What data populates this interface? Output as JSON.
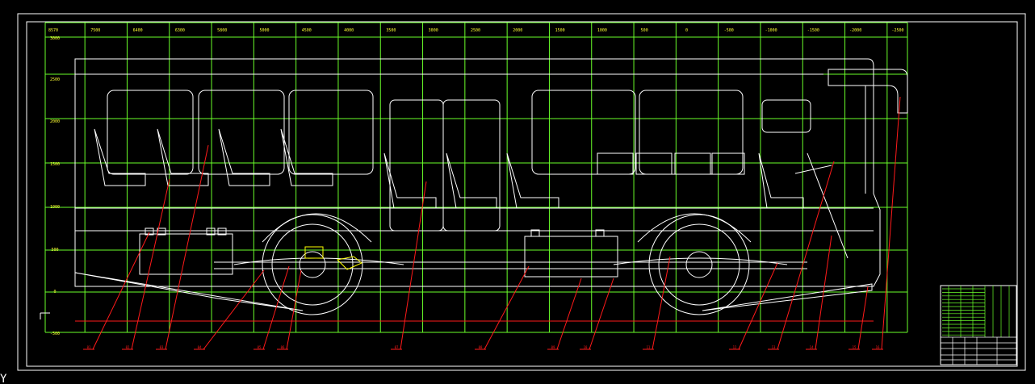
{
  "drawing": {
    "top_ruler_labels": [
      "8570",
      "7500",
      "6400",
      "6300",
      "5800",
      "5000",
      "4500",
      "4000",
      "3500",
      "3000",
      "2500",
      "2000",
      "1500",
      "1000",
      "500",
      "0",
      "-500",
      "-1000",
      "-1500",
      "-2000",
      "-2500"
    ],
    "left_ruler_labels": [
      "3000",
      "2500",
      "2000",
      "1500",
      "1000",
      "500",
      "0",
      "-500"
    ],
    "callouts": [
      "01",
      "02",
      "03",
      "04",
      "05",
      "06",
      "07",
      "08",
      "09",
      "10",
      "11",
      "12",
      "13",
      "14",
      "15",
      "16"
    ],
    "coord_axis": "Y",
    "colors": {
      "grid": "#6aff2a",
      "outline": "#ffffff",
      "leader": "#ff1a1a",
      "ruler_text": "#ffff33",
      "highlight": "#ffff00"
    }
  }
}
